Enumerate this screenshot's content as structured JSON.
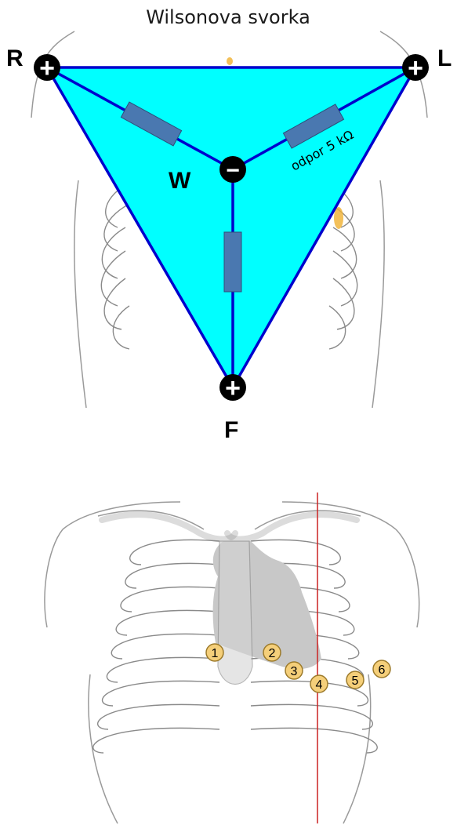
{
  "title": "Wilsonova svorka",
  "nodes": {
    "R": {
      "label": "R",
      "sign": "+"
    },
    "L": {
      "label": "L",
      "sign": "+"
    },
    "F": {
      "label": "F",
      "sign": "+"
    },
    "W": {
      "label": "W",
      "sign": "−"
    }
  },
  "resistor_label": "odpor 5 kΩ",
  "electrodes": [
    {
      "label": "1"
    },
    {
      "label": "2"
    },
    {
      "label": "3"
    },
    {
      "label": "4"
    },
    {
      "label": "5"
    },
    {
      "label": "6"
    }
  ],
  "colors": {
    "triangle_fill": "#00ffff",
    "wire": "#0000cc",
    "resistor": "#4a78b0",
    "terminal": "#000000",
    "electrode_fill": "#f5cf7a",
    "electrode_stroke": "#9c7a2a",
    "heart": "#c8c8c8",
    "reference_line": "#cc2222"
  }
}
